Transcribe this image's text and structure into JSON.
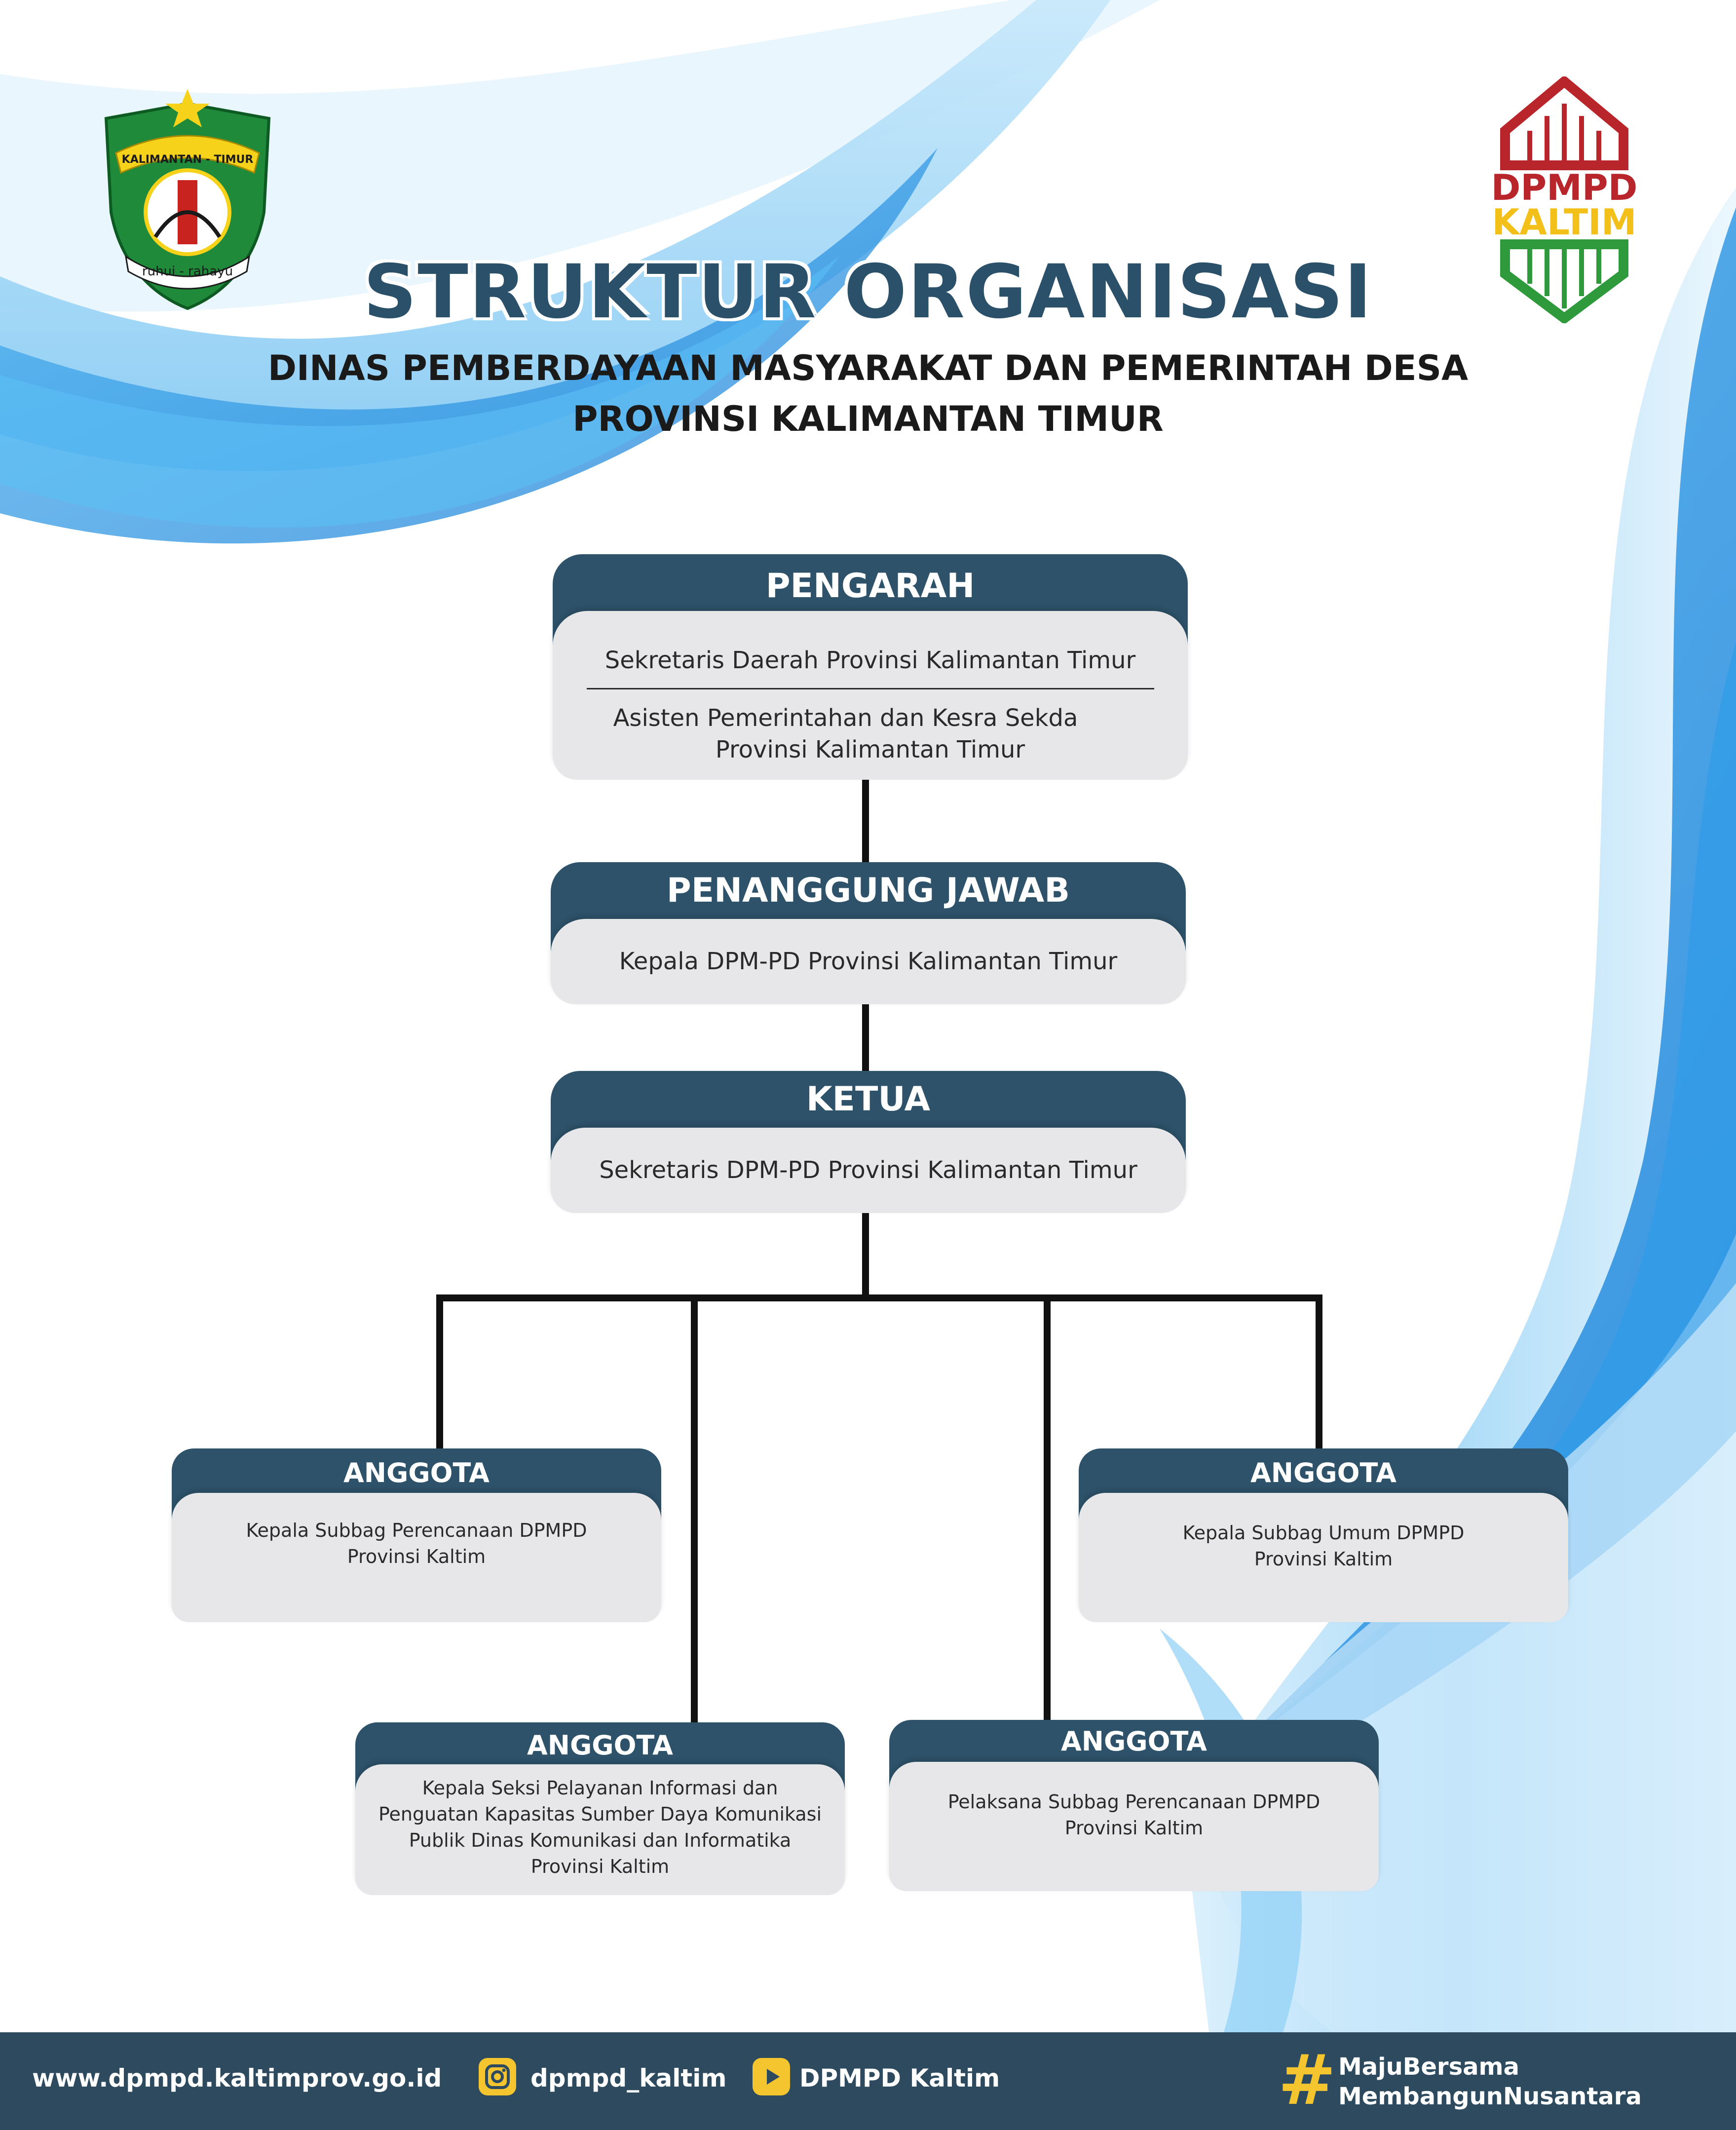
{
  "header": {
    "title": "STRUKTUR ORGANISASI",
    "subtitle_line1": "DINAS PEMBERDAYAAN MASYARAKAT DAN PEMERINTAH DESA",
    "subtitle_line2": "PROVINSI KALIMANTAN TIMUR",
    "logo_left": {
      "banner_text": "KALIMANTAN - TIMUR",
      "motto": "ruhui - rahayu"
    },
    "logo_right": {
      "line1": "DPMPD",
      "line2": "KALTIM"
    }
  },
  "boxes": {
    "pengarah": {
      "title": "PENGARAH",
      "line1": "Sekretaris Daerah Provinsi Kalimantan Timur",
      "line2": "Asisten Pemerintahan dan Kesra Sekda",
      "line3": "Provinsi Kalimantan Timur"
    },
    "penanggung_jawab": {
      "title": "PENANGGUNG JAWAB",
      "line1": "Kepala DPM-PD Provinsi Kalimantan Timur"
    },
    "ketua": {
      "title": "KETUA",
      "line1": "Sekretaris DPM-PD Provinsi Kalimantan Timur"
    },
    "anggota_1": {
      "title": "ANGGOTA",
      "line1": "Kepala Subbag Perencanaan DPMPD",
      "line2": "Provinsi Kaltim"
    },
    "anggota_2": {
      "title": "ANGGOTA",
      "line1": "Kepala Seksi Pelayanan Informasi dan",
      "line2": "Penguatan Kapasitas Sumber Daya Komunikasi",
      "line3": "Publik Dinas Komunikasi dan Informatika",
      "line4": "Provinsi Kaltim"
    },
    "anggota_3": {
      "title": "ANGGOTA",
      "line1": "Pelaksana Subbag Perencanaan DPMPD",
      "line2": "Provinsi Kaltim"
    },
    "anggota_4": {
      "title": "ANGGOTA",
      "line1": "Kepala Subbag Umum DPMPD",
      "line2": "Provinsi Kaltim"
    }
  },
  "footer": {
    "website": "www.dpmpd.kaltimprov.go.id",
    "instagram": "dpmpd_kaltim",
    "youtube": "DPMPD Kaltim",
    "hashtag_line1": "MajuBersama",
    "hashtag_line2": "MembangunNusantara",
    "hashtag_symbol": "#"
  },
  "colors": {
    "header_bar": "#2d5269",
    "box_body": "#e7e7e9",
    "title_text": "#2b5069",
    "footer_bg": "#2d4a5e",
    "accent_yellow": "#f5c530",
    "wave_blue": "#1e90e6"
  }
}
